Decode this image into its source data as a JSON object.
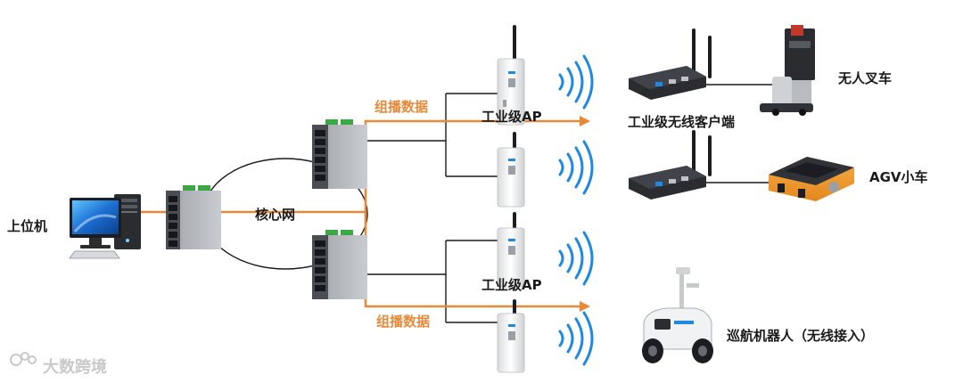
{
  "labels": {
    "host": "上位机",
    "core": "核心网",
    "multicast_top": "组播数据",
    "multicast_bottom": "组播数据",
    "ap_top": "工业级AP",
    "ap_bottom": "工业级AP",
    "client": "工业级无线客户端",
    "forklift": "无人叉车",
    "agv": "AGV小车",
    "robot": "巡航机器人（无线接入）"
  },
  "watermark": "大数跨境",
  "colors": {
    "flow": "#e8893a",
    "line": "#1a1a1a",
    "wifi": "#1e88e5",
    "switch_body": "#8e9196",
    "switch_ear": "#3aa845",
    "agv_body": "#f39a2a"
  },
  "icons": [
    "computer-icon",
    "switch-icon",
    "ap-icon",
    "wifi-waves-icon",
    "wireless-client-icon",
    "forklift-icon",
    "agv-icon",
    "patrol-robot-icon"
  ]
}
